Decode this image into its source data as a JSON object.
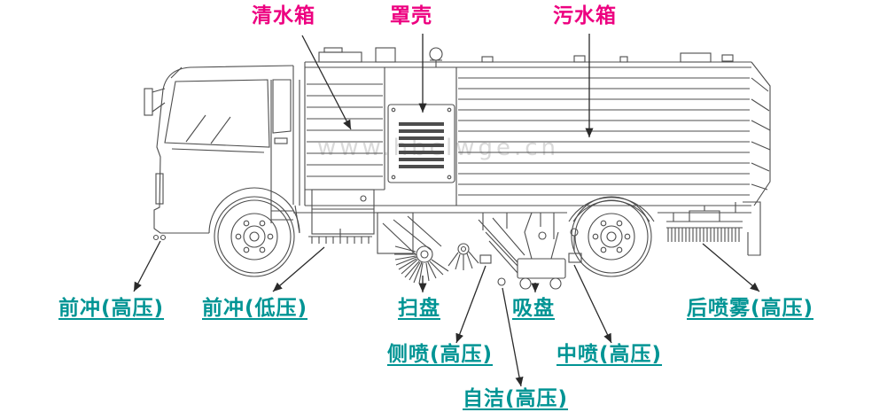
{
  "diagram": {
    "subject": "road-sweeper-truck-part-callouts",
    "watermark": "www.hbclwge.cn",
    "colors": {
      "top_label": "#ed0080",
      "bottom_label": "#009494",
      "line_art": "#4d4d4d",
      "leader_line": "#2a2a2a"
    },
    "labels": {
      "clean_water_tank": "清水箱",
      "cover_shell": "罩壳",
      "dirty_water_tank": "污水箱",
      "front_flush_high": "前冲(高压)",
      "front_flush_low": "前冲(低压)",
      "sweep_disc": "扫盘",
      "suction_disc": "吸盘",
      "rear_spray_high": "后喷雾(高压)",
      "side_spray_high": "侧喷(高压)",
      "mid_spray_high": "中喷(高压)",
      "self_clean_high": "自洁(高压)"
    }
  }
}
